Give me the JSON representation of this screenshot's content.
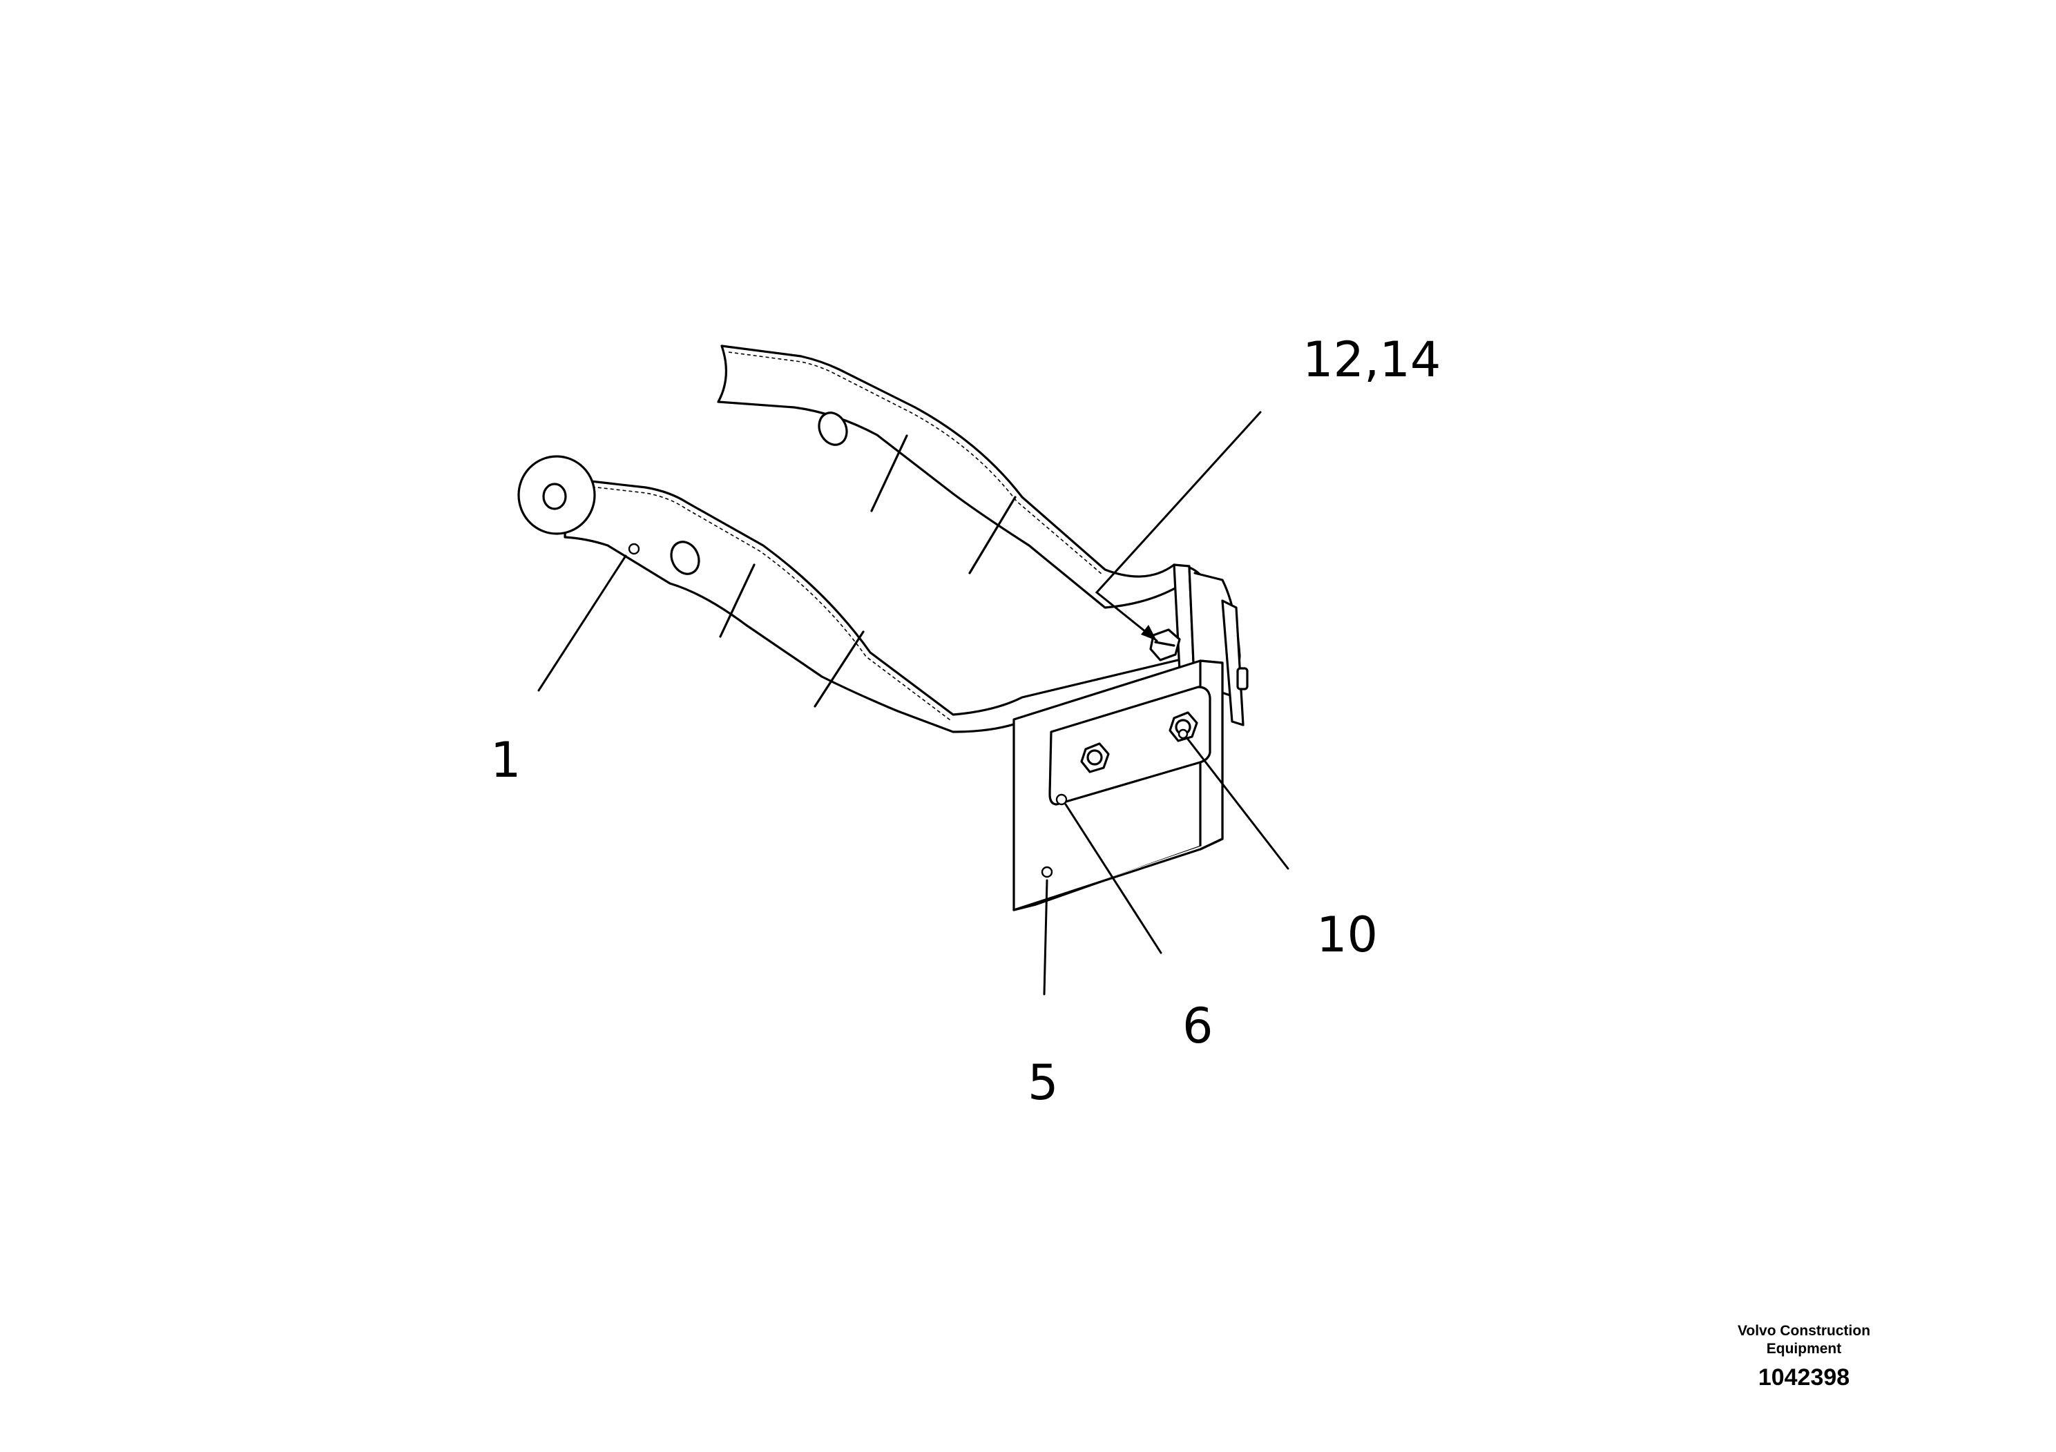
{
  "callouts": [
    {
      "id": "c1",
      "label": "1"
    },
    {
      "id": "c5",
      "label": "5"
    },
    {
      "id": "c6",
      "label": "6"
    },
    {
      "id": "c10",
      "label": "10"
    },
    {
      "id": "c1214",
      "label": "12,14"
    }
  ],
  "credit": {
    "manufacturer": "Volvo Construction Equipment",
    "drawing_number": "1042398"
  }
}
